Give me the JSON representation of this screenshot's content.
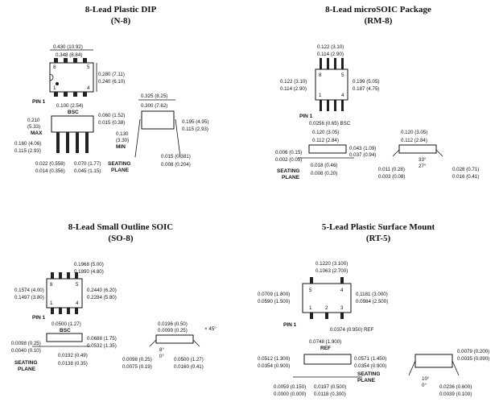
{
  "packages": {
    "dip": {
      "title": "8-Lead Plastic DIP",
      "code": "(N-8)",
      "pins": [
        "8",
        "5",
        "1",
        "4"
      ],
      "pin1": "PIN 1",
      "dims": {
        "body_len": "0.430 (10.92)",
        "body_len_min": "0.348 (8.84)",
        "width_max": "0.280 (7.11)",
        "width_min": "0.240 (6.10)",
        "pitch": "0.100 (2.54)",
        "bsc": "BSC",
        "h_max": "0.210",
        "h_max_mm": "(5.33)",
        "max": "MAX",
        "shoulder_max": "0.060 (1.52)",
        "shoulder_min": "0.015 (0.38)",
        "seat_max": "0.130",
        "seat_max_mm": "(3.30)",
        "min": "MIN",
        "lead_len_max": "0.160 (4.06)",
        "lead_len_min": "0.115 (2.93)",
        "lead_w_max": "0.022 (0.558)",
        "lead_w_min": "0.014 (0.356)",
        "uplead_max": "0.070 (1.77)",
        "uplead_min": "0.045 (1.15)",
        "seating": "SEATING",
        "plane": "PLANE",
        "row_max": "0.325 (8.25)",
        "row_min": "0.300 (7.62)",
        "end_max": "0.195 (4.95)",
        "end_min": "0.115 (2.93)",
        "thick_max": "0.015 (0.381)",
        "thick_min": "0.008 (0.204)"
      }
    },
    "msoic": {
      "title": "8-Lead microSOIC Package",
      "code": "(RM-8)",
      "pins": [
        "8",
        "5",
        "1",
        "4"
      ],
      "pin1": "PIN 1",
      "dims": {
        "top_max": "0.122 (3.10)",
        "top_min": "0.114 (2.90)",
        "left_max": "0.122 (3.10)",
        "left_min": "0.114 (2.90)",
        "right_max": "0.199 (5.05)",
        "right_min": "0.187 (4.75)",
        "pitch": "0.0256 (0.65) BSC",
        "side_max": "0.120 (3.05)",
        "side_min": "0.112 (2.84)",
        "h_max": "0.043 (1.09)",
        "h_min": "0.037 (0.94)",
        "stand_max": "0.006 (0.15)",
        "stand_min": "0.002 (0.05)",
        "lw_max": "0.018 (0.46)",
        "lw_min": "0.008 (0.20)",
        "seating": "SEATING",
        "plane": "PLANE",
        "end_max": "0.120 (3.05)",
        "end_min": "0.112 (2.84)",
        "t_max": "0.011 (0.28)",
        "t_min": "0.003 (0.08)",
        "angle_max": "33°",
        "angle_min": "27°",
        "foot_max": "0.028 (0.71)",
        "foot_min": "0.016 (0.41)"
      }
    },
    "soic": {
      "title": "8-Lead Small Outline SOIC",
      "code": "(SO-8)",
      "pins": [
        "8",
        "5",
        "1",
        "4"
      ],
      "pin1": "PIN 1",
      "dims": {
        "len_max": "0.1968 (5.00)",
        "len_min": "0.1890 (4.80)",
        "w_max": "0.1574 (4.00)",
        "w_min": "0.1497 (3.80)",
        "span_max": "0.2440 (6.20)",
        "span_min": "0.2284 (5.80)",
        "pitch": "0.0500 (1.27)",
        "bsc": "BSC",
        "h_max": "0.0688 (1.75)",
        "h_min": "0.0532 (1.35)",
        "stand_max": "0.0098 (0.25)",
        "stand_min": "0.0040 (0.10)",
        "lw_max": "0.0192 (0.49)",
        "lw_min": "0.0138 (0.35)",
        "seating": "SEATING",
        "plane": "PLANE",
        "cham_max": "0.0196 (0.50)",
        "cham_min": "0.0099 (0.25)",
        "cham_angle": "× 45°",
        "angle_max": "8°",
        "angle_min": "0°",
        "t_max": "0.0098 (0.25)",
        "t_min": "0.0075 (0.19)",
        "foot_max": "0.0500 (1.27)",
        "foot_min": "0.0160 (0.41)"
      }
    },
    "sot": {
      "title": "5-Lead Plastic Surface Mount",
      "code": "(RT-5)",
      "pins": [
        "5",
        "4",
        "1",
        "2",
        "3"
      ],
      "pin1": "PIN 1",
      "dims": {
        "len_max": "0.1220 (3.100)",
        "len_min": "0.1063 (2.700)",
        "w_max": "0.0709 (1.800)",
        "w_min": "0.0590 (1.500)",
        "span_max": "0.1181 (3.000)",
        "span_min": "0.0984 (2.500)",
        "pitch": "0.0374 (0.950) REF",
        "pitch2": "0.0748 (1.900)",
        "ref": "REF",
        "h_max": "0.0512 (1.300)",
        "h_min": "0.0354 (0.900)",
        "lead_max": "0.0571 (1.450)",
        "lead_min": "0.0354 (0.900)",
        "stand_max": "0.0059 (0.150)",
        "stand_min": "0.0000 (0.000)",
        "lw_max": "0.0197 (0.500)",
        "lw_min": "0.0118 (0.300)",
        "seating": "SEATING",
        "plane": "PLANE",
        "angle_max": "10°",
        "angle_min": "0°",
        "t_max": "0.0079 (0.200)",
        "t_min": "0.0035 (0.090)",
        "foot_max": "0.0236 (0.600)",
        "foot_min": "0.0039 (0.100)"
      }
    }
  }
}
